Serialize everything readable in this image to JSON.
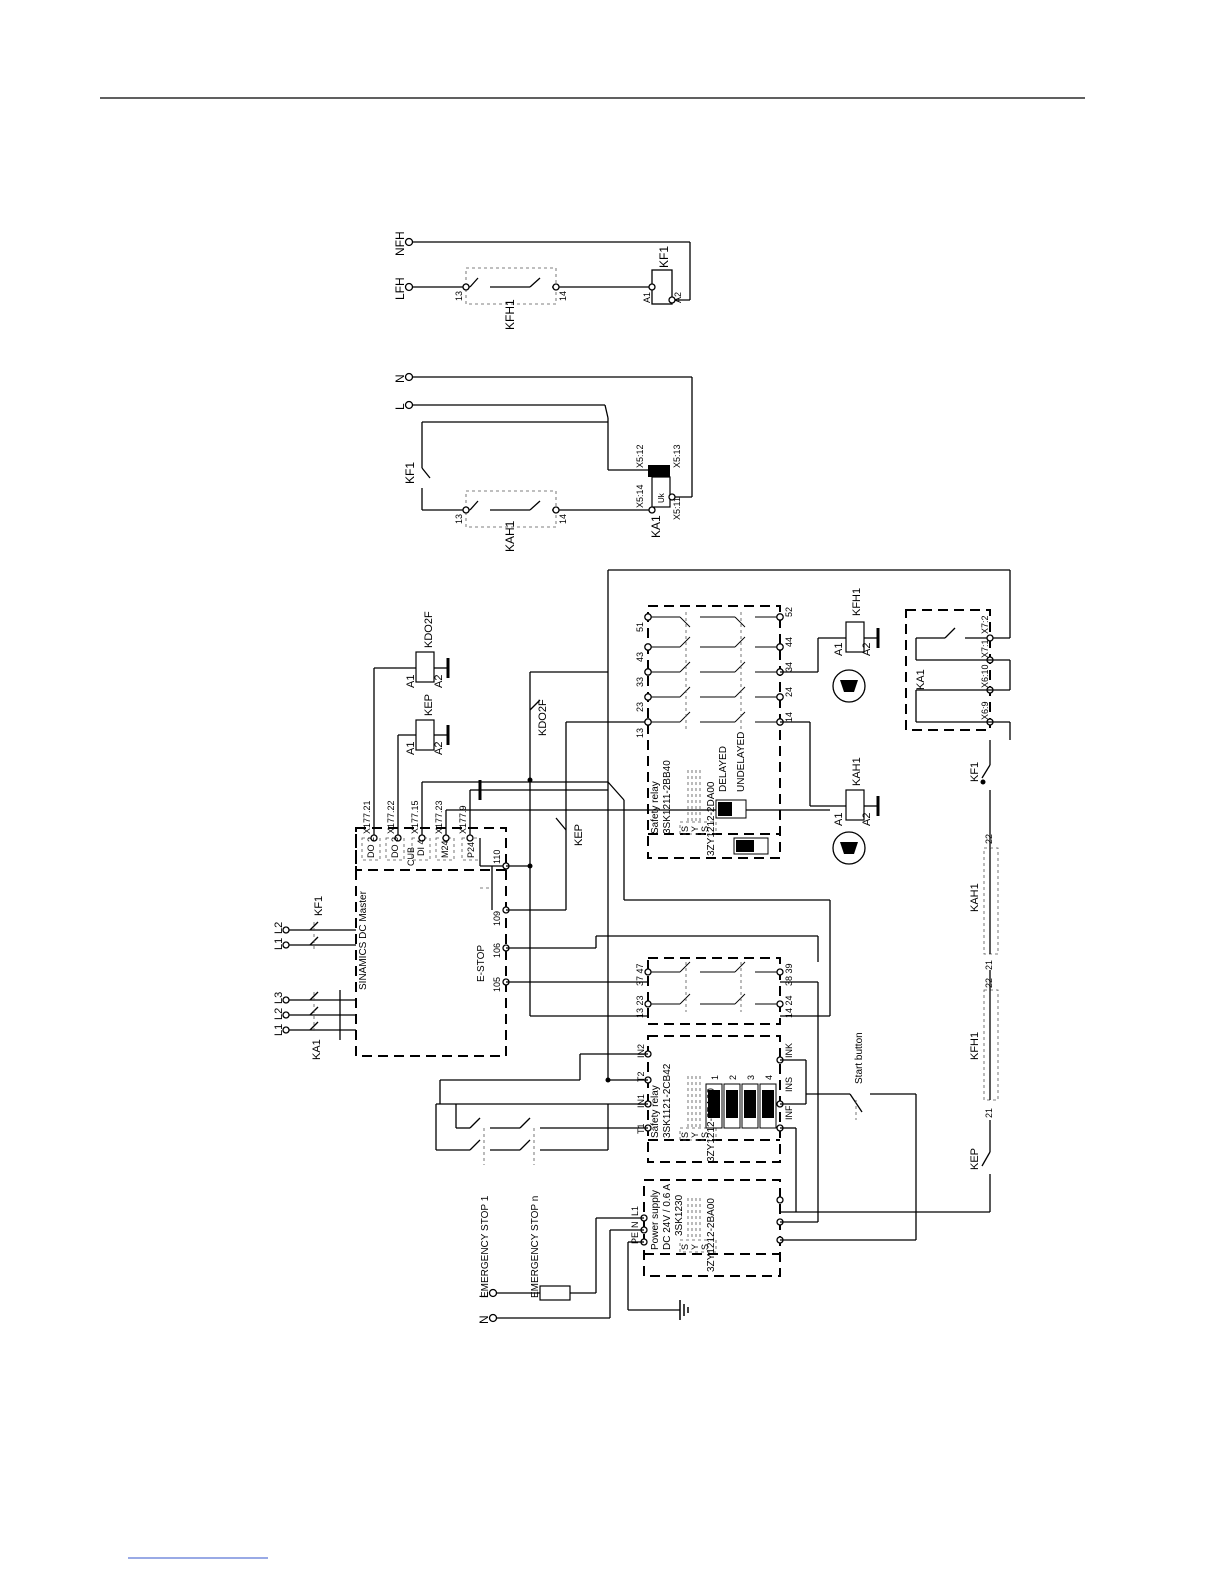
{
  "labels": {
    "nfh": "NFH",
    "lfh": "LFH",
    "kfh1": "KFH1",
    "kf1": "KF1",
    "n": "N",
    "l": "L",
    "kah1": "KAH1",
    "ka1": "KA1",
    "uk": "Uk",
    "t13": "13",
    "t14": "14",
    "a1": "A1",
    "a2": "A2",
    "x512": "X5:12",
    "x513": "X5:13",
    "x514": "X5:14",
    "x511": "X5:11",
    "kdo2f": "KDO2F",
    "kep": "KEP",
    "x17721": "X177.21",
    "x17722": "X177.22",
    "x17715": "X177.15",
    "x17723": "X177.23",
    "x1779": "X177.9",
    "do2": "DO 2",
    "do3": "DO 3",
    "di4": "DI 4",
    "m24": "M24",
    "p24": "P24",
    "cub": "CUB",
    "sinamics": "SINAMICS DC Master",
    "estop": "E-STOP",
    "t110": "110",
    "t109": "109",
    "t106": "106",
    "t105": "105",
    "l1": "L1",
    "l2": "L2",
    "l3": "L3",
    "safety_relay": "Safety relay",
    "sr1_part": "3SK1211-2BB40",
    "sr1_base": "3ZY1212-2DA00",
    "delayed": "DELAYED",
    "undelayed": "UNDELAYED",
    "s": "S",
    "y": "Y",
    "sr1_top": [
      "13",
      "23",
      "33",
      "43",
      "51"
    ],
    "sr1_bot": [
      "14",
      "24",
      "34",
      "44",
      "52"
    ],
    "x69": "X6:9",
    "x610": "X6:10",
    "x71": "X7:1",
    "x72": "X7:2",
    "sr2_part": "3SK1121-2CB42",
    "sr2_base": "3ZY1212-2BA00",
    "sr2_top": [
      "T1",
      "IN1",
      "T2",
      "IN2"
    ],
    "sr2_bot": [
      "INF",
      "INS",
      "INK"
    ],
    "sw_nums": [
      "1",
      "2",
      "3",
      "4"
    ],
    "c1323": "13 23",
    "c3747": "37 47",
    "c1424": "14 24",
    "c3839": "38 39",
    "start_button": "Start button",
    "t21": "21",
    "t22": "22",
    "estop1": "EMERGENCY STOP 1",
    "estopn": "EMERGENCY STOP n",
    "power_supply": "Power supply",
    "dc24": "DC 24V / 0.6 A",
    "ps_part": "3SK1230",
    "ps_base": "3ZY1212-2BA00",
    "pe": "PE",
    "ps_n": "N",
    "ps_l1": "L1"
  }
}
